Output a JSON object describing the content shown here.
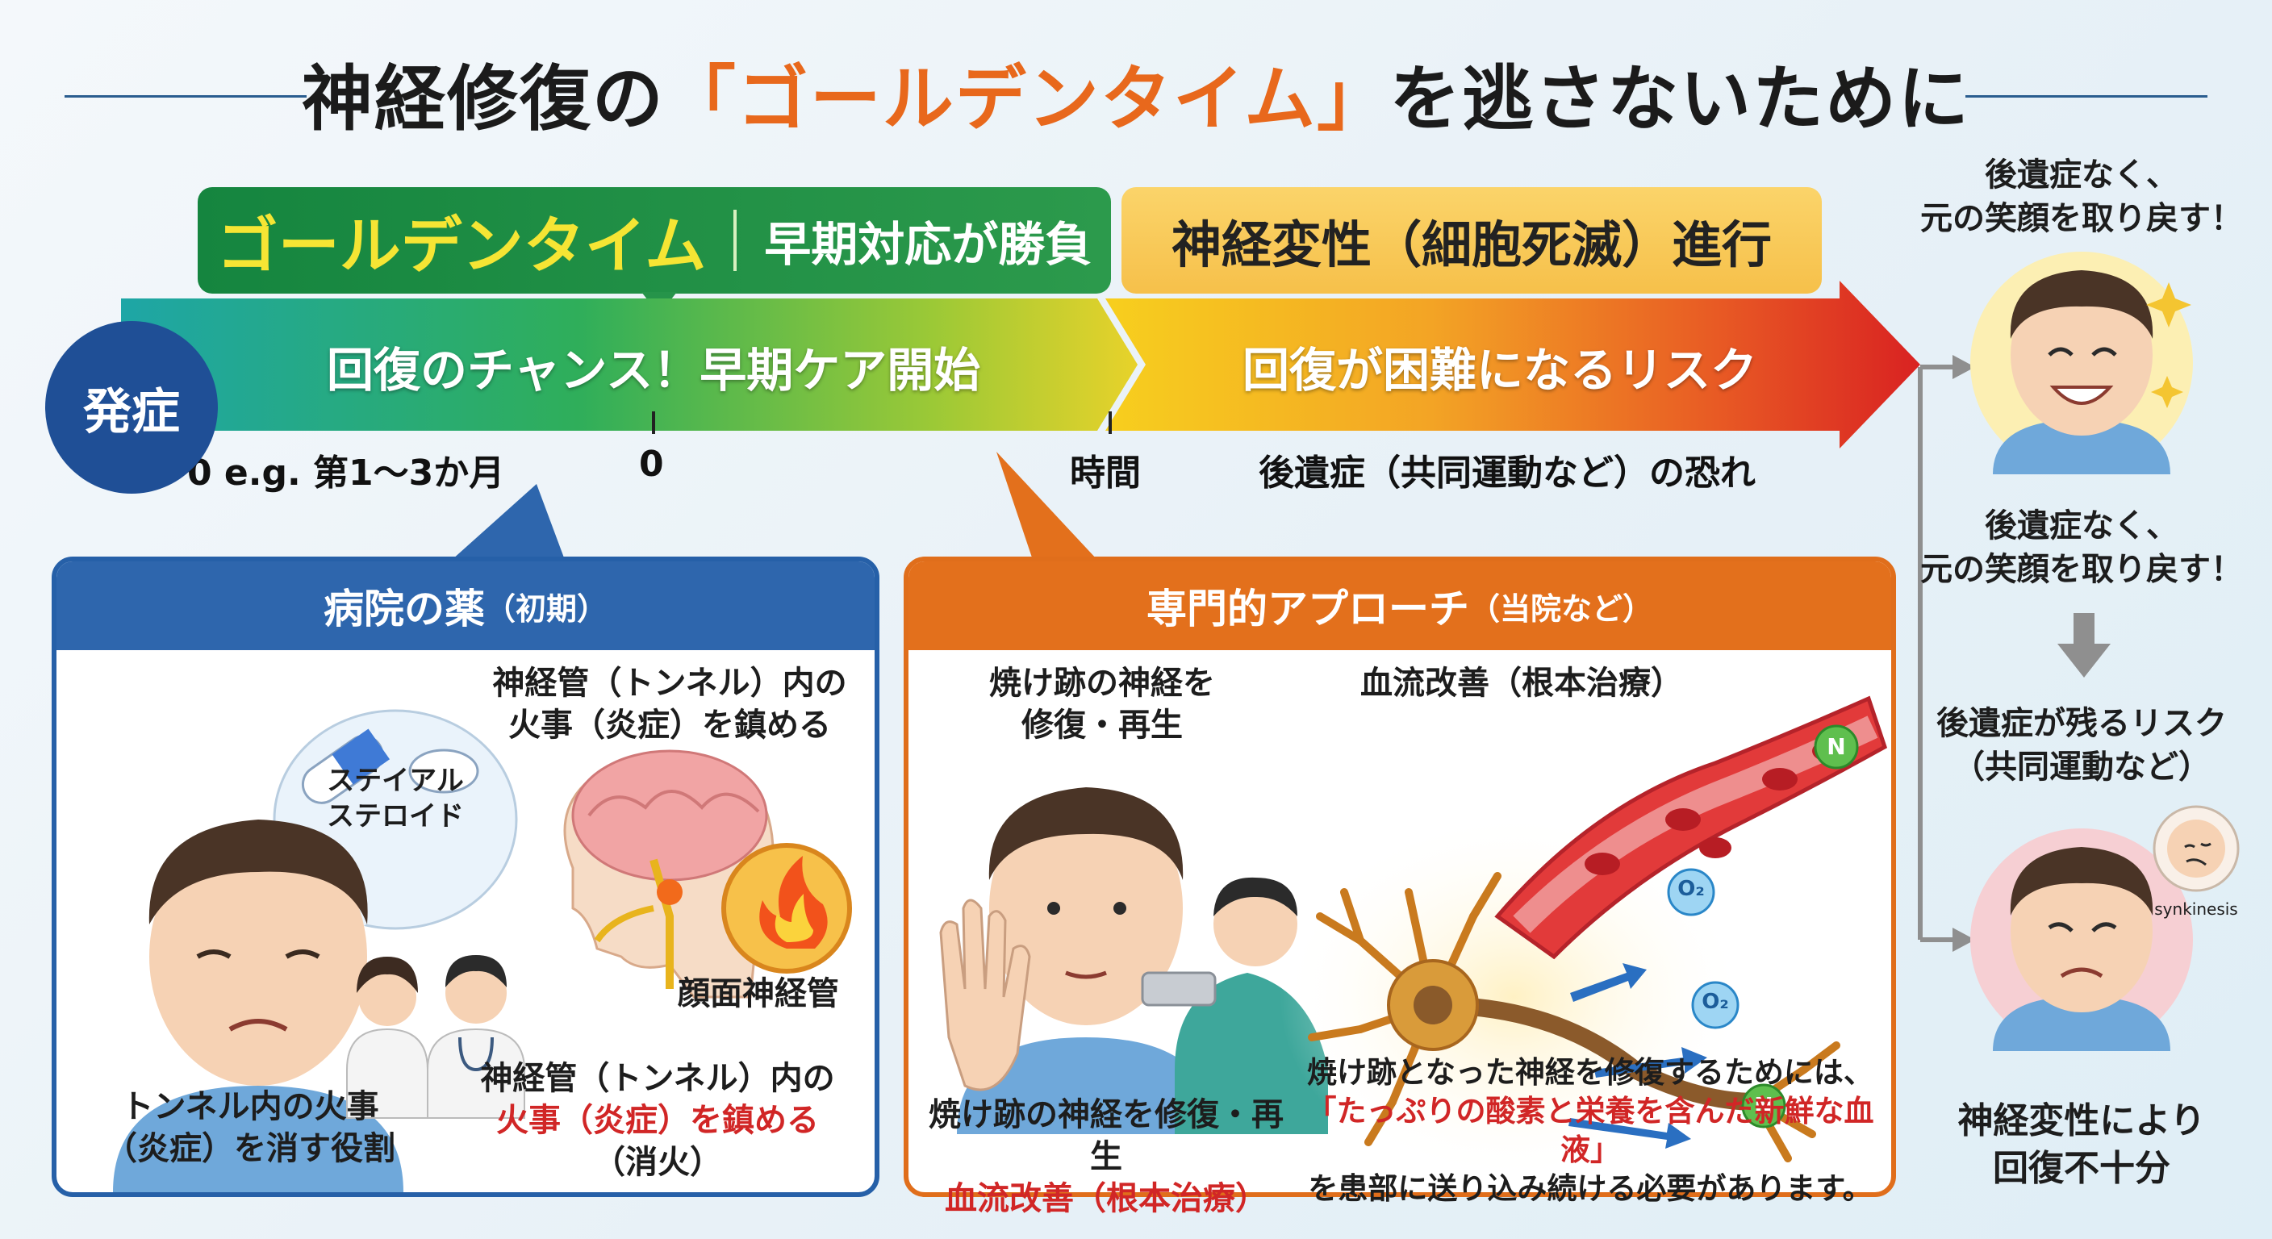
{
  "title": {
    "pre": "神経修復の",
    "open_bracket": "「",
    "highlight": "ゴールデンタイム",
    "close_bracket": "」",
    "post": "を逃さないために"
  },
  "banners": {
    "golden_main": "ゴールデンタイム",
    "golden_sub": "早期対応が勝負",
    "degeneration": "神経変性（細胞死滅）進行"
  },
  "timeline": {
    "onset": "発症",
    "left_text": "回復のチャンス！早期ケア開始",
    "right_text": "回復が困難になるリスク",
    "label_start": "0 e.g. 第1〜3か月",
    "label_zero": "0",
    "label_time": "時間",
    "label_risk": "後遺症（共同運動など）の恐れ"
  },
  "hospital_panel": {
    "title": "病院の薬",
    "title_small": "（初期）",
    "bubble": "ステイアル\nステロイド",
    "caption_top": "神経管（トンネル）内の\n火事（炎症）を鎮める",
    "facial_nerve": "顔面神経管",
    "caption_bottom_line1": "神経管（トンネル）内の",
    "caption_bottom_red": "火事（炎症）を鎮める",
    "caption_bottom_line3": "（消火）",
    "caption_left": "トンネル内の火事\n（炎症）を消す役割"
  },
  "special_panel": {
    "title": "専門的アプローチ",
    "title_small": "（当院など）",
    "caption_repair": "焼け跡の神経を\n修復・再生",
    "caption_blood": "血流改善（根本治療）",
    "bottom_left_line1": "焼け跡の神経を修復・再生",
    "bottom_left_red": "血流改善（根本治療）",
    "bottom_right_line1": "焼け跡となった神経を修復するためには、",
    "bottom_right_red": "「たっぷりの酸素と栄養を含んだ新鮮な血液」",
    "bottom_right_line3": "を患部に送り込み続ける必要があります。",
    "o2_label": "O₂",
    "n_label": "N"
  },
  "outcomes": {
    "good_top": "後遺症なく、\n元の笑顔を取り戻す！",
    "good_mid": "後遺症なく、\n元の笑顔を取り戻す！",
    "risk": "後遺症が残るリスク\n（共同運動など）",
    "synkinesis": "synkinesis",
    "bad": "神経変性により\n回復不十分"
  },
  "colors": {
    "golden_green": "#15853f",
    "degen_yellow": "#f6c04a",
    "onset_blue": "#1f4f96",
    "hospital_blue": "#2e66ad",
    "special_orange": "#e3701c",
    "highlight_orange": "#e8681c",
    "risk_red": "#d12626"
  }
}
